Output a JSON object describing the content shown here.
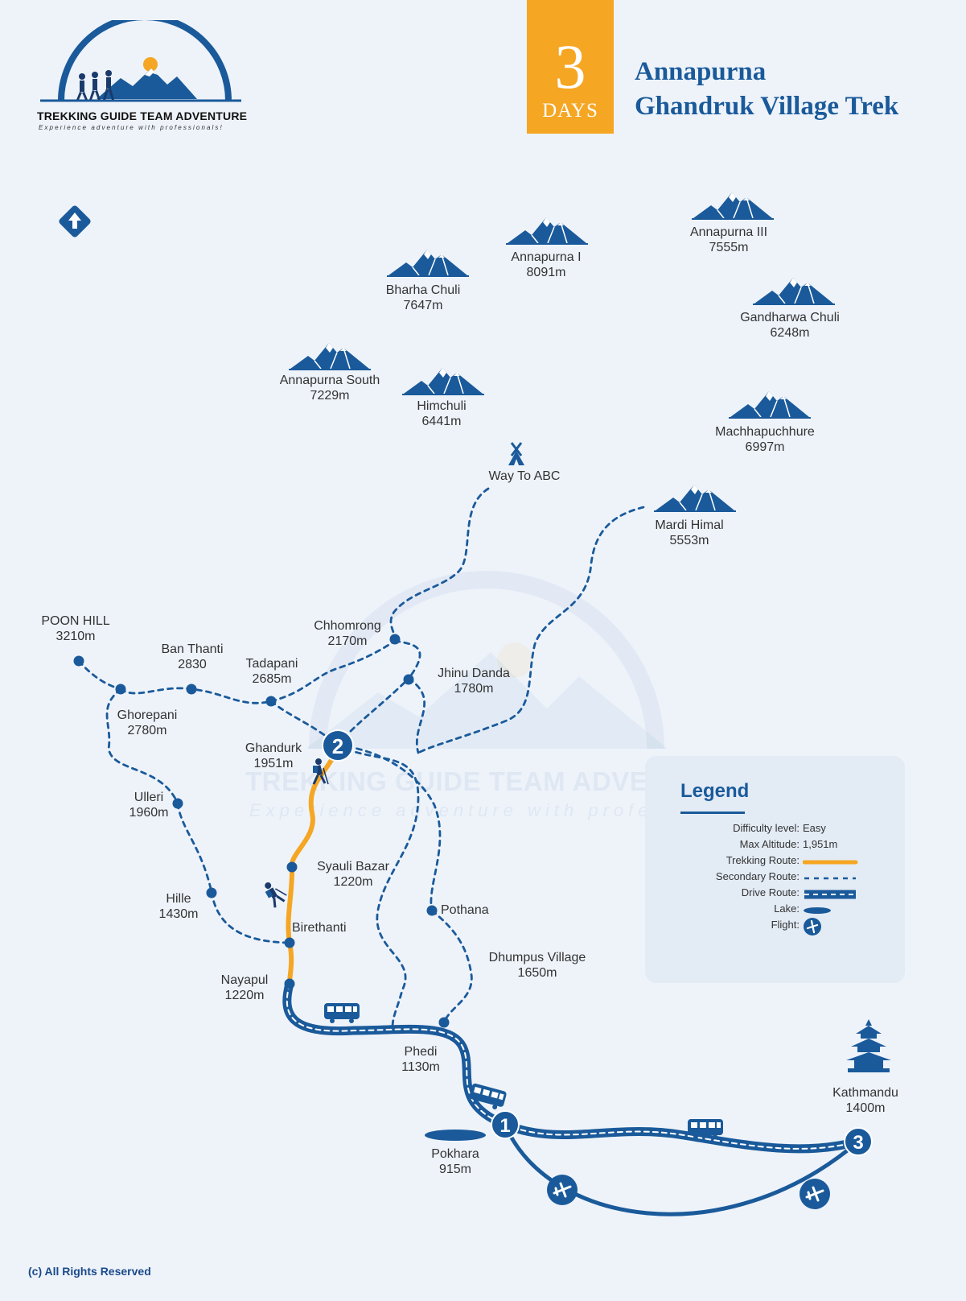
{
  "logo": {
    "title": "TREKKING GUIDE TEAM ADVENTURE",
    "tagline": "Experience adventure with professionals!"
  },
  "header": {
    "days_number": "3",
    "days_unit": "DAYS",
    "title_line1": "Annapurna",
    "title_line2": "Ghandruk Village Trek"
  },
  "peaks": [
    {
      "name": "Annapurna I",
      "altitude": "8091m"
    },
    {
      "name": "Annapurna III",
      "altitude": "7555m"
    },
    {
      "name": "Bharha Chuli",
      "altitude": "7647m"
    },
    {
      "name": "Gandharwa Chuli",
      "altitude": "6248m"
    },
    {
      "name": "Annapurna South",
      "altitude": "7229m"
    },
    {
      "name": "Himchuli",
      "altitude": "6441m"
    },
    {
      "name": "Machhapuchhure",
      "altitude": "6997m"
    },
    {
      "name": "Mardi Himal",
      "altitude": "5553m"
    }
  ],
  "way_to_abc": "Way To ABC",
  "places": [
    {
      "name": "POON HILL",
      "altitude": "3210m"
    },
    {
      "name": "Ban Thanti",
      "altitude": "2830"
    },
    {
      "name": "Tadapani",
      "altitude": "2685m"
    },
    {
      "name": "Chhomrong",
      "altitude": "2170m"
    },
    {
      "name": "Jhinu Danda",
      "altitude": "1780m"
    },
    {
      "name": "Ghorepani",
      "altitude": "2780m"
    },
    {
      "name": "Ghandurk",
      "altitude": "1951m"
    },
    {
      "name": "Ulleri",
      "altitude": "1960m"
    },
    {
      "name": "Syauli Bazar",
      "altitude": "1220m"
    },
    {
      "name": "Hille",
      "altitude": "1430m"
    },
    {
      "name": "Birethanti",
      "altitude": ""
    },
    {
      "name": "Pothana",
      "altitude": ""
    },
    {
      "name": "Dhumpus Village",
      "altitude": "1650m"
    },
    {
      "name": "Nayapul",
      "altitude": "1220m"
    },
    {
      "name": "Phedi",
      "altitude": "1130m"
    },
    {
      "name": "Pokhara",
      "altitude": "915m"
    },
    {
      "name": "Kathmandu",
      "altitude": "1400m"
    }
  ],
  "day_markers": [
    "1",
    "2",
    "3"
  ],
  "legend": {
    "title": "Legend",
    "difficulty_label": "Difficulty level:",
    "difficulty_value": "Easy",
    "max_altitude_label": "Max Altitude:",
    "max_altitude_value": "1,951m",
    "trekking_route_label": "Trekking Route:",
    "secondary_route_label": "Secondary Route:",
    "drive_route_label": "Drive Route:",
    "lake_label": "Lake:",
    "flight_label": "Flight:"
  },
  "watermark": {
    "title": "TREKKING GUIDE TEAM ADVENTURE",
    "tagline": "Experience adventure with professionals!"
  },
  "copyright": "(c) All Rights Reserved",
  "colors": {
    "route_blue": "#1a5a9a",
    "trek_orange": "#f5a623",
    "background": "#eef3fa"
  }
}
